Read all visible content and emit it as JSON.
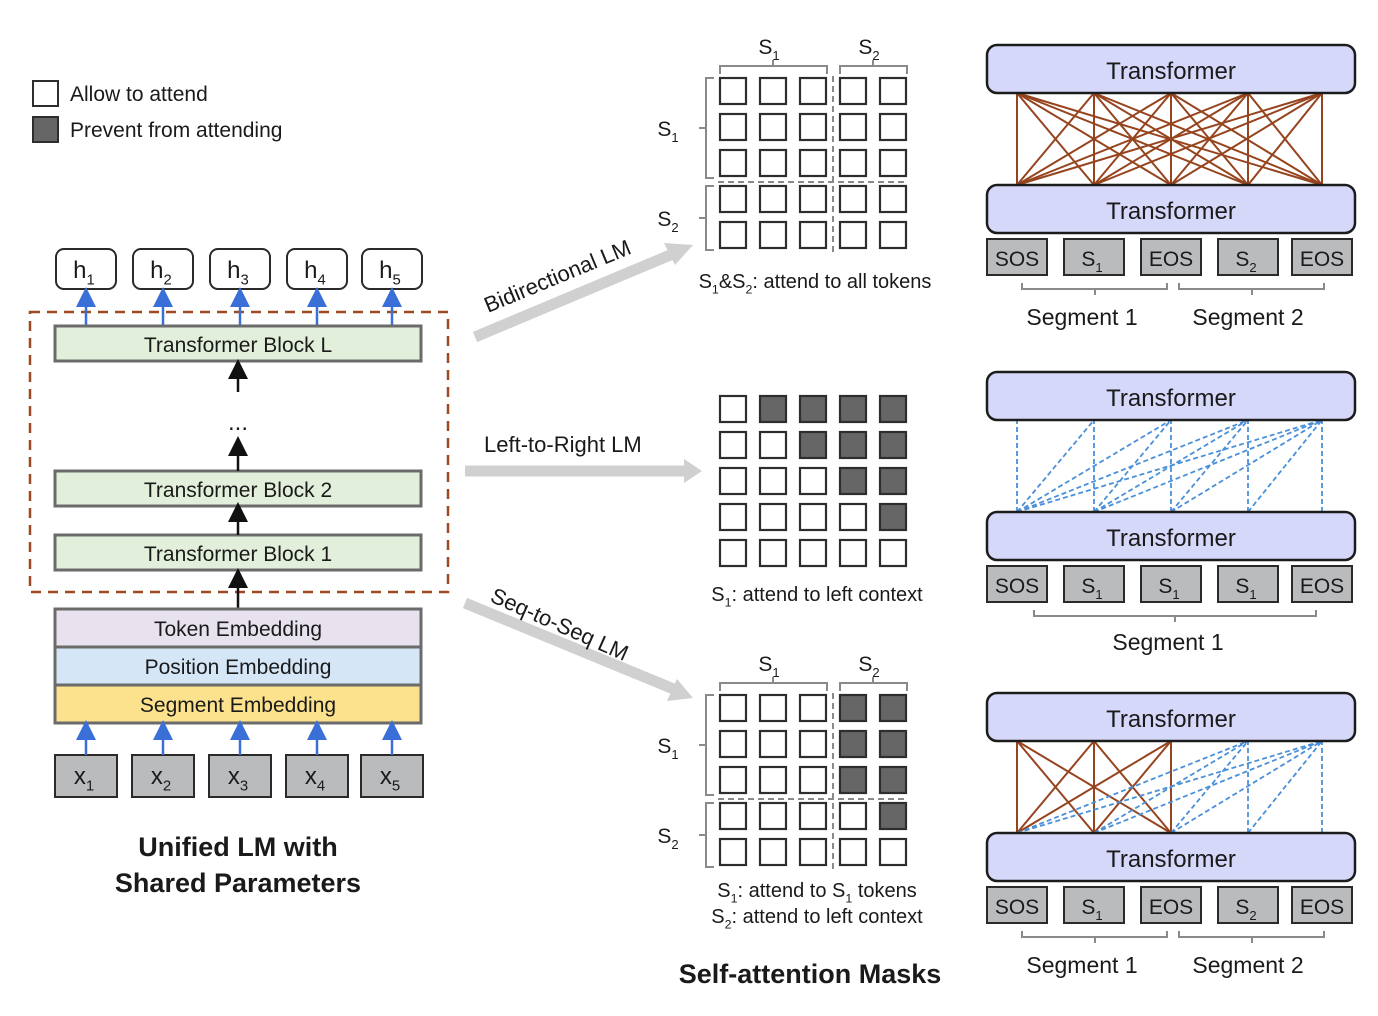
{
  "legend": {
    "allow": "Allow to attend",
    "prevent": "Prevent from attending"
  },
  "colors": {
    "allow_fill": "#ffffff",
    "prevent_fill": "#666666",
    "cell_border": "#2e2e2e",
    "bracket": "#8a8a8a",
    "dashed_box": "#9b4a22",
    "blue_arrow": "#3a6fd8",
    "big_arrow": "#d0d0d0",
    "transformer_fill": "#d6d8fa",
    "token_fill": "#b9bbbd",
    "block_fill": "#e2efda",
    "token_emb_fill": "#e8e2ee",
    "pos_emb_fill": "#d5e6f6",
    "seg_emb_fill": "#fce28c",
    "full_attn": "#96441e",
    "masked_attn": "#4a90d9"
  },
  "left": {
    "outputs": [
      {
        "base": "h",
        "sub": "1"
      },
      {
        "base": "h",
        "sub": "2"
      },
      {
        "base": "h",
        "sub": "3"
      },
      {
        "base": "h",
        "sub": "4"
      },
      {
        "base": "h",
        "sub": "5"
      }
    ],
    "blocks": [
      "Transformer Block L",
      "Transformer Block 2",
      "Transformer Block 1"
    ],
    "ellipsis": "...",
    "embeddings": [
      "Token Embedding",
      "Position Embedding",
      "Segment Embedding"
    ],
    "inputs": [
      {
        "base": "x",
        "sub": "1"
      },
      {
        "base": "x",
        "sub": "2"
      },
      {
        "base": "x",
        "sub": "3"
      },
      {
        "base": "x",
        "sub": "4"
      },
      {
        "base": "x",
        "sub": "5"
      }
    ],
    "title_line1": "Unified LM with",
    "title_line2": "Shared Parameters"
  },
  "arrows": {
    "bidirectional": "Bidirectional LM",
    "left_to_right": "Left-to-Right LM",
    "seq_to_seq": "Seq-to-Seq LM"
  },
  "masks": {
    "title": "Self-attention Masks",
    "bidirectional": {
      "col_groups": [
        {
          "base": "S",
          "sub": "1"
        },
        {
          "base": "S",
          "sub": "2"
        }
      ],
      "row_groups": [
        {
          "base": "S",
          "sub": "1"
        },
        {
          "base": "S",
          "sub": "2"
        }
      ],
      "grid": [
        [
          0,
          0,
          0,
          0,
          0
        ],
        [
          0,
          0,
          0,
          0,
          0
        ],
        [
          0,
          0,
          0,
          0,
          0
        ],
        [
          0,
          0,
          0,
          0,
          0
        ],
        [
          0,
          0,
          0,
          0,
          0
        ]
      ],
      "caption": [
        [
          {
            "t": "S"
          },
          {
            "t": "1",
            "sub": true
          },
          {
            "t": "&S"
          },
          {
            "t": "2",
            "sub": true
          },
          {
            "t": ": attend to all tokens"
          }
        ]
      ]
    },
    "left_to_right": {
      "grid": [
        [
          0,
          1,
          1,
          1,
          1
        ],
        [
          0,
          0,
          1,
          1,
          1
        ],
        [
          0,
          0,
          0,
          1,
          1
        ],
        [
          0,
          0,
          0,
          0,
          1
        ],
        [
          0,
          0,
          0,
          0,
          0
        ]
      ],
      "caption": [
        [
          {
            "t": "S"
          },
          {
            "t": "1",
            "sub": true
          },
          {
            "t": ": attend to left context"
          }
        ]
      ]
    },
    "seq_to_seq": {
      "col_groups": [
        {
          "base": "S",
          "sub": "1"
        },
        {
          "base": "S",
          "sub": "2"
        }
      ],
      "row_groups": [
        {
          "base": "S",
          "sub": "1"
        },
        {
          "base": "S",
          "sub": "2"
        }
      ],
      "grid": [
        [
          0,
          0,
          0,
          1,
          1
        ],
        [
          0,
          0,
          0,
          1,
          1
        ],
        [
          0,
          0,
          0,
          1,
          1
        ],
        [
          0,
          0,
          0,
          0,
          1
        ],
        [
          0,
          0,
          0,
          0,
          0
        ]
      ],
      "caption": [
        [
          {
            "t": "S"
          },
          {
            "t": "1",
            "sub": true
          },
          {
            "t": ": attend to S"
          },
          {
            "t": "1",
            "sub": true
          },
          {
            "t": " tokens"
          }
        ],
        [
          {
            "t": "S"
          },
          {
            "t": "2",
            "sub": true
          },
          {
            "t": ": attend to left context"
          }
        ]
      ]
    }
  },
  "panels": [
    {
      "name": "bidirectional",
      "top_label": "Transformer",
      "bottom_label": "Transformer",
      "tokens": [
        {
          "base": "SOS"
        },
        {
          "base": "S",
          "sub": "1"
        },
        {
          "base": "EOS"
        },
        {
          "base": "S",
          "sub": "2"
        },
        {
          "base": "EOS"
        }
      ],
      "segments": [
        "Segment 1",
        "Segment 2"
      ],
      "connections": "full"
    },
    {
      "name": "left-to-right",
      "top_label": "Transformer",
      "bottom_label": "Transformer",
      "tokens": [
        {
          "base": "SOS"
        },
        {
          "base": "S",
          "sub": "1"
        },
        {
          "base": "S",
          "sub": "1"
        },
        {
          "base": "S",
          "sub": "1"
        },
        {
          "base": "EOS"
        }
      ],
      "segments": [
        "Segment 1"
      ],
      "connections": "causal"
    },
    {
      "name": "seq-to-seq",
      "top_label": "Transformer",
      "bottom_label": "Transformer",
      "tokens": [
        {
          "base": "SOS"
        },
        {
          "base": "S",
          "sub": "1"
        },
        {
          "base": "EOS"
        },
        {
          "base": "S",
          "sub": "2"
        },
        {
          "base": "EOS"
        }
      ],
      "segments": [
        "Segment 1",
        "Segment 2"
      ],
      "connections": "seq2seq"
    }
  ]
}
